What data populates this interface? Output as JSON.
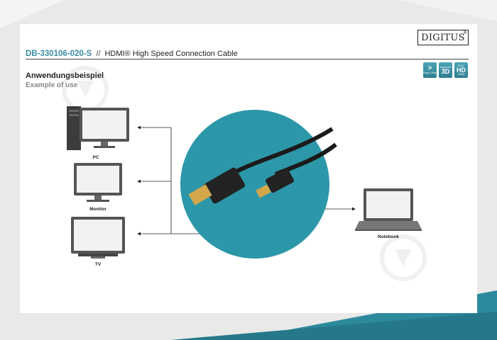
{
  "brand": {
    "name": "DIGITUS",
    "reg": "®"
  },
  "header": {
    "product_code": "DB-330106-020-S",
    "separator": "//",
    "description": "HDMI® High Speed Connection Cable"
  },
  "badges": [
    {
      "icon": "plug-and-play-icon",
      "top": "",
      "main": "",
      "bottom": "Plug & Play"
    },
    {
      "icon": "3d-icon",
      "top": "supports",
      "main": "3D",
      "bottom": ""
    },
    {
      "icon": "full-hd-icon",
      "top": "FULL",
      "main": "HD",
      "bottom": "1080p"
    }
  ],
  "section": {
    "title_de": "Anwendungsbeispiel",
    "title_en": "Example of use"
  },
  "devices": {
    "pc": "PC",
    "monitor": "Monitor",
    "tv": "TV",
    "notebook": "Notebook"
  },
  "colors": {
    "accent": "#3b8da3",
    "teal_circle": "#2c97a8",
    "background": "#e9e9e9",
    "bg_stripe": "#2d8a9d"
  }
}
